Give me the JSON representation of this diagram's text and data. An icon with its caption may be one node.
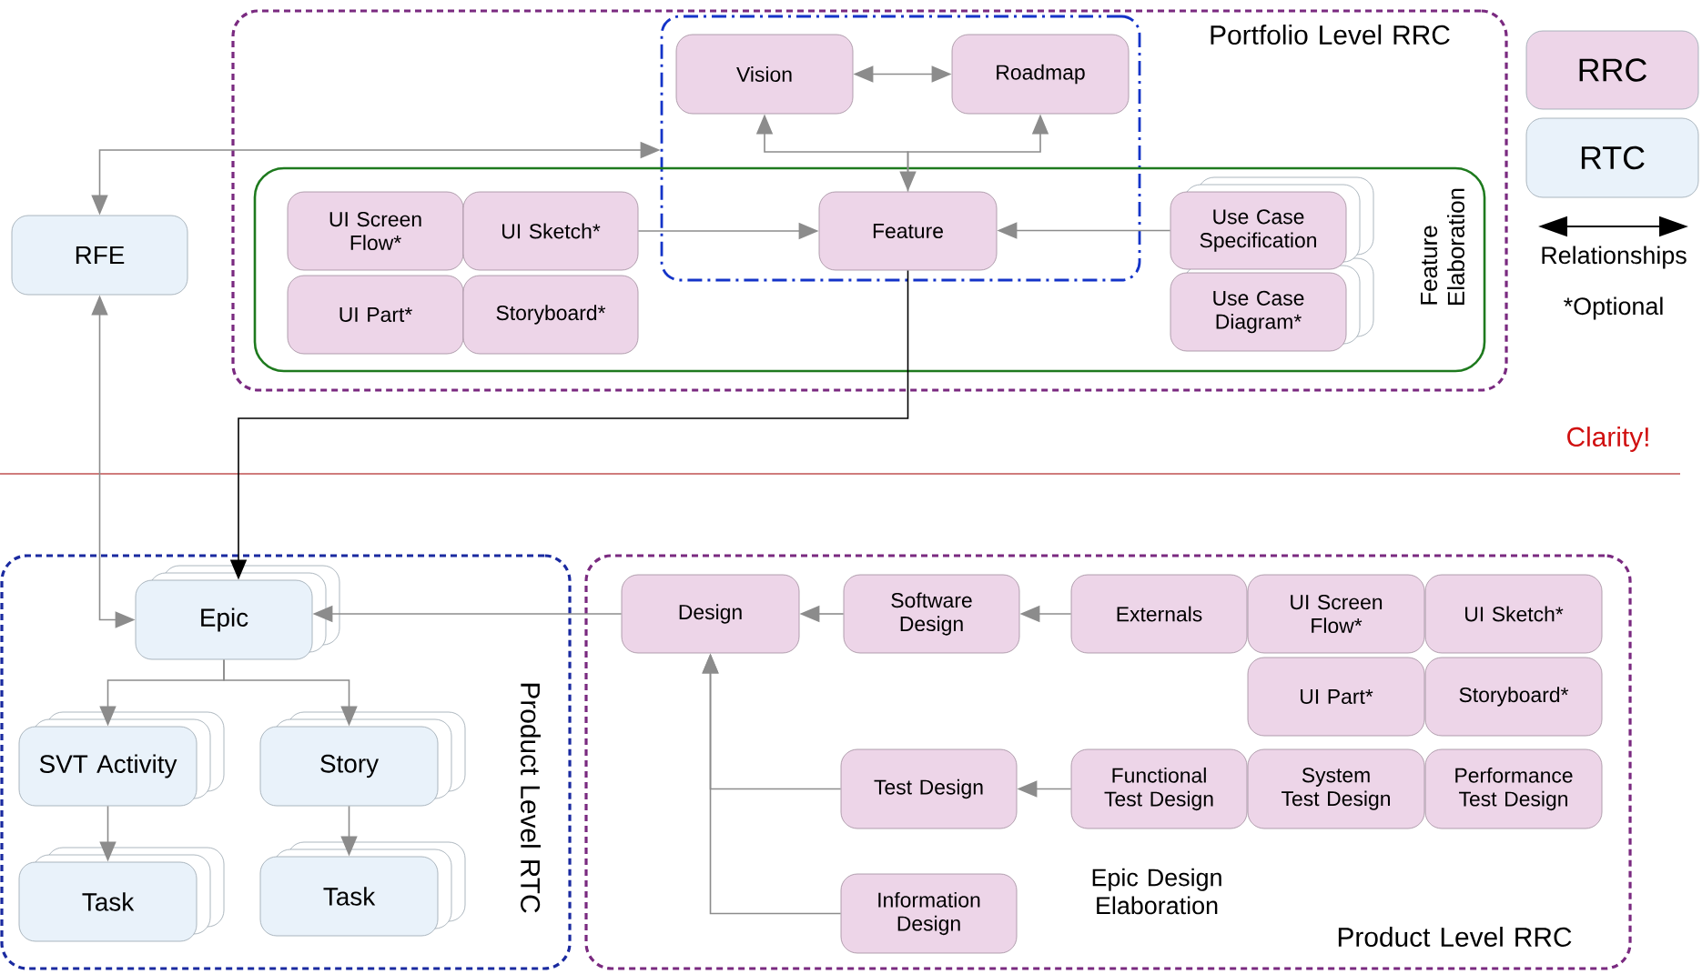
{
  "diagram": {
    "nodes": [
      {
        "text": [
          "Portfolio Level RRC"
        ]
      },
      {
        "text": [],
        "shape": "box",
        "in": 0
      },
      {
        "text": [
          "Feature Elaboration"
        ],
        "in": 0
      },
      {
        "text": [
          "Vision"
        ],
        "in": 1
      },
      {
        "text": [
          "Roadmap"
        ],
        "in": 1
      },
      {
        "text": [
          "UI Screen Flow*"
        ],
        "in": 2
      },
      {
        "text": [
          "UI Sketch*"
        ],
        "in": 2
      },
      {
        "text": [
          "UI Part*"
        ],
        "in": 2
      },
      {
        "text": [
          "Storyboard*"
        ],
        "in": 2
      },
      {
        "text": [
          "Feature"
        ]
      },
      {
        "text": [
          "Use Case Specification"
        ],
        "in": 2
      },
      {
        "text": [
          "Use Case Diagram*"
        ],
        "in": 2
      },
      {
        "text": [
          "RFE"
        ]
      },
      {
        "text": [
          "Product Level RTC"
        ]
      },
      {
        "text": [
          "Epic"
        ],
        "in": 13
      },
      {
        "text": [
          "SVT Activity"
        ],
        "in": 13
      },
      {
        "text": [
          "Story"
        ],
        "in": 13
      },
      {
        "text": [
          "Task"
        ],
        "in": 13
      },
      {
        "text": [
          "Task"
        ],
        "in": 13
      },
      {
        "text": [
          "Product Level RRC"
        ]
      },
      {
        "text": [
          "Design"
        ],
        "in": 19
      },
      {
        "text": [
          "Software Design"
        ],
        "in": 19
      },
      {
        "text": [
          "Externals"
        ],
        "in": 19
      },
      {
        "text": [
          "UI Screen Flow*"
        ],
        "in": 19
      },
      {
        "text": [
          "UI Sketch*"
        ],
        "in": 19
      },
      {
        "text": [
          "UI Part*"
        ],
        "in": 19
      },
      {
        "text": [
          "Storyboard*"
        ],
        "in": 19
      },
      {
        "text": [
          "Test Design"
        ],
        "in": 19
      },
      {
        "text": [
          "Functional Test Design"
        ],
        "in": 19
      },
      {
        "text": [
          "System Test Design"
        ],
        "in": 19
      },
      {
        "text": [
          "Performance Test Design"
        ],
        "in": 19
      },
      {
        "text": [
          "Information Design"
        ],
        "in": 19
      }
    ],
    "edges": [
      {
        "from": 3,
        "to": 4,
        "arrow": "both"
      },
      {
        "from": 3,
        "to": 9,
        "arrow": "both"
      },
      {
        "from": 9,
        "to": 4,
        "arrow": "to"
      },
      {
        "from": 6,
        "to": 9,
        "arrow": "to"
      },
      {
        "from": 10,
        "to": 9,
        "arrow": "to"
      },
      {
        "from": 12,
        "to": 1,
        "arrow": "both"
      },
      {
        "from": 9,
        "to": 14,
        "arrow": "to",
        "color": "#000000"
      },
      {
        "from": 12,
        "to": 14,
        "arrow": "both"
      },
      {
        "from": 20,
        "to": 14,
        "arrow": "to"
      },
      {
        "from": 14,
        "to": 15,
        "arrow": "to"
      },
      {
        "from": 14,
        "to": 16,
        "arrow": "to"
      },
      {
        "from": 15,
        "to": 17,
        "arrow": "to"
      },
      {
        "from": 16,
        "to": 18,
        "arrow": "to"
      },
      {
        "from": 21,
        "to": 20,
        "arrow": "to"
      },
      {
        "from": 22,
        "to": 21,
        "arrow": "to"
      },
      {
        "from": 27,
        "to": 20,
        "arrow": "to"
      },
      {
        "from": 31,
        "to": 20,
        "arrow": "to"
      },
      {
        "from": 28,
        "to": 27,
        "arrow": "to"
      }
    ],
    "labels": [
      "*Optional",
      "Clarity!",
      "Epic Design Elaboration"
    ],
    "legend": [
      {
        "text": "RRC",
        "color": "#edd5e8"
      },
      {
        "text": "RTC",
        "color": "#e9f2fa"
      },
      {
        "text": "Relationships"
      }
    ]
  }
}
